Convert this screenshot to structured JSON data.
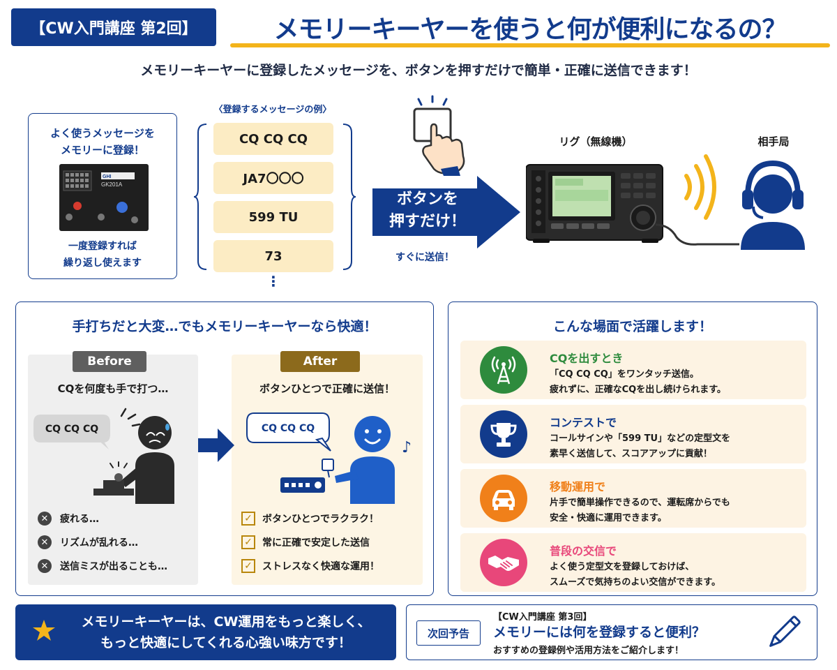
{
  "header": {
    "series_badge": "【CW入門講座 第2回】",
    "title": "メモリーキーヤーを使うと何が便利になるの？",
    "subtitle": "メモリーキーヤーに登録したメッセージを、ボタンを押すだけで簡単・正確に送信できます！"
  },
  "flow": {
    "register_card": {
      "title_line1": "よく使うメッセージを",
      "title_line2": "メモリーに登録！",
      "device_brand": "GHI",
      "device_model": "GK201A",
      "caption_line1": "一度登録すれば",
      "caption_line2": "繰り返し使えます"
    },
    "examples_title": "〈登録するメッセージの例〉",
    "messages": [
      "CQ CQ CQ",
      "JA7〇〇〇",
      "599 TU",
      "73"
    ],
    "ellipsis": "⋮",
    "arrow_label_line1": "ボタンを",
    "arrow_label_line2": "押すだけ！",
    "arrow_sub": "すぐに送信！",
    "rig_label": "リグ（無線機）",
    "peer_label": "相手局"
  },
  "comparison": {
    "title": "手打ちだと大変…でもメモリーキーヤーなら快適！",
    "before": {
      "tag": "Before",
      "heading": "CQを何度も手で打つ…",
      "bubble": "CQ CQ CQ",
      "items": [
        "疲れる…",
        "リズムが乱れる…",
        "送信ミスが出ることも…"
      ]
    },
    "after": {
      "tag": "After",
      "heading": "ボタンひとつで正確に送信！",
      "bubble": "CQ CQ CQ",
      "items": [
        "ボタンひとつでラクラク！",
        "常に正確で安定した送信",
        "ストレスなく快適な運用！"
      ]
    }
  },
  "scenes": {
    "title": "こんな場面で活躍します！",
    "items": [
      {
        "title": "CQを出すとき",
        "desc_line1": "「CQ CQ CQ」をワンタッチ送信。",
        "desc_line2": "疲れずに、正確なCQを出し続けられます。",
        "color": "#2e8b3d",
        "icon": "antenna-tower-icon"
      },
      {
        "title": "コンテストで",
        "desc_line1": "コールサインや「599 TU」などの定型文を",
        "desc_line2": "素早く送信して、スコアアップに貢献！",
        "color": "#123b8c",
        "icon": "trophy-icon"
      },
      {
        "title": "移動運用で",
        "desc_line1": "片手で簡単操作できるので、運転席からでも",
        "desc_line2": "安全・快適に運用できます。",
        "color": "#f0801a",
        "icon": "car-icon"
      },
      {
        "title": "普段の交信で",
        "desc_line1": "よく使う定型文を登録しておけば、",
        "desc_line2": "スムーズで気持ちのよい交信ができます。",
        "color": "#e8477a",
        "icon": "handshake-icon"
      }
    ]
  },
  "footer": {
    "message_line1": "メモリーキーヤーは、CW運用をもっと楽しく、",
    "message_line2": "もっと快適にしてくれる心強い味方です！",
    "next_badge": "次回予告",
    "next_series": "【CW入門講座 第3回】",
    "next_title": "メモリーには何を登録すると便利？",
    "next_desc": "おすすめの登録例や活用方法をご紹介します！"
  },
  "colors": {
    "navy": "#123b8c",
    "cream": "#fcecc4",
    "gold": "#f3b41b"
  }
}
